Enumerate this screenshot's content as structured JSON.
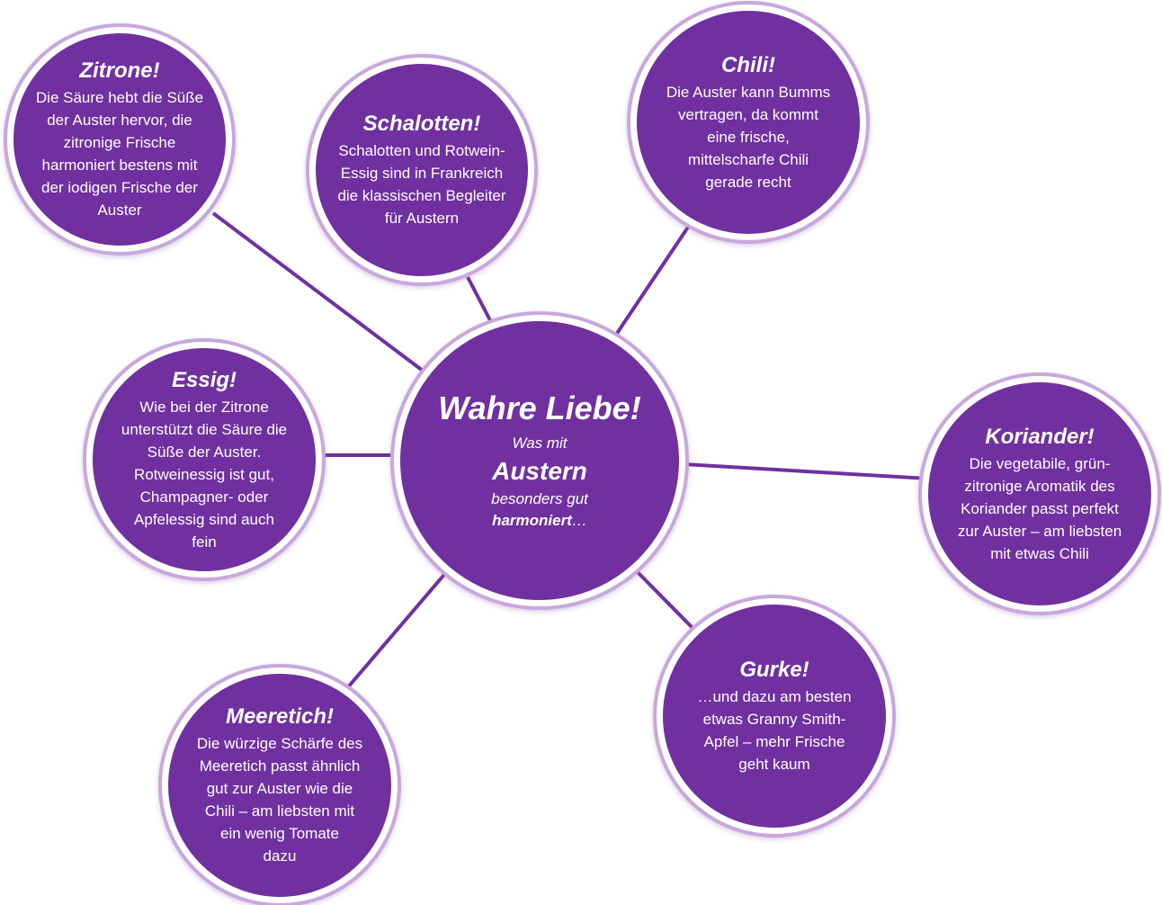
{
  "center": {
    "title": "Wahre Liebe!",
    "line1": "Was mit",
    "line2": "Austern",
    "line3": "besonders gut",
    "line4_bold": "harmoniert",
    "line4_rest": "…"
  },
  "nodes": [
    {
      "id": "zitrone",
      "title": "Zitrone!",
      "lines": [
        "Die Säure  hebt die Süße",
        "der Auster hervor, die",
        "zitronige Frische",
        "harmoniert bestens mit",
        "der iodigen Frische der",
        "Auster"
      ]
    },
    {
      "id": "schalotten",
      "title": "Schalotten!",
      "lines": [
        "Schalotten und Rotwein-",
        "Essig sind in Frankreich",
        "die klassischen Begleiter",
        "für Austern"
      ]
    },
    {
      "id": "chili",
      "title": "Chili!",
      "lines": [
        "Die Auster kann Bumms",
        "vertragen, da kommt",
        "eine frische,",
        "mittelscharfe Chili",
        "gerade recht"
      ]
    },
    {
      "id": "essig",
      "title": "Essig!",
      "lines": [
        "Wie bei der Zitrone",
        "unterstützt die Säure die",
        "Süße der Auster.",
        "Rotweinessig ist gut,",
        "Champagner- oder",
        "Apfelessig sind auch",
        "fein"
      ]
    },
    {
      "id": "koriander",
      "title": "Koriander!",
      "lines": [
        "Die vegetabile, grün-",
        "zitronige Aromatik des",
        "Koriander passt perfekt",
        "zur Auster – am liebsten",
        "mit etwas Chili"
      ]
    },
    {
      "id": "meeretich",
      "title": "Meeretich!",
      "lines": [
        "Die würzige Schärfe des",
        "Meeretich passt ähnlich",
        "gut zur Auster wie die",
        "Chili – am liebsten mit",
        "ein wenig Tomate",
        "dazu"
      ]
    },
    {
      "id": "gurke",
      "title": "Gurke!",
      "lines": [
        "…und dazu am besten",
        "etwas Granny Smith-",
        "Apfel – mehr Frische",
        "geht kaum"
      ]
    }
  ],
  "colors": {
    "node_fill": "#7030a0",
    "ring": "#c8a8dc",
    "connector": "#7030a0"
  }
}
